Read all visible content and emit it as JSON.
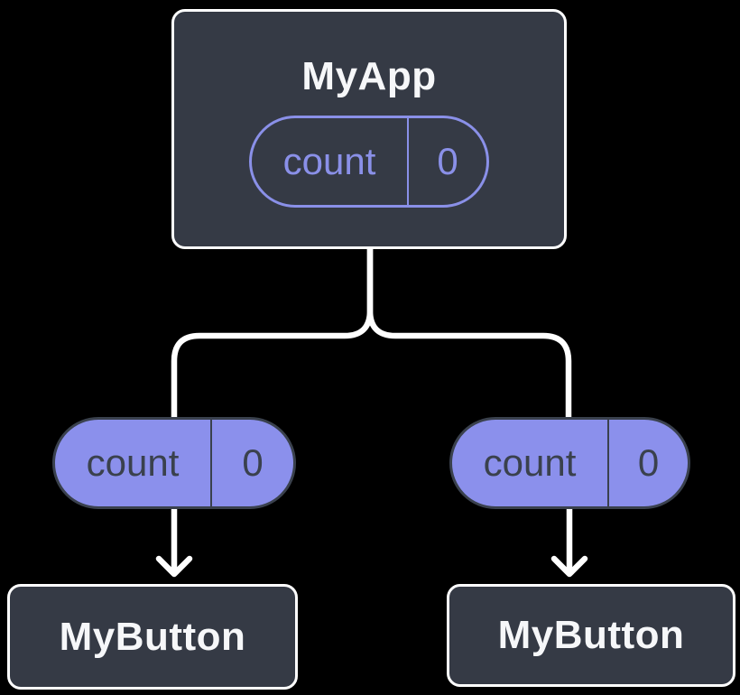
{
  "diagram": {
    "type": "component-tree",
    "background": "#000000",
    "colors": {
      "node_fill": "#353A45",
      "node_border": "#FFFFFF",
      "node_text": "#F6F7F9",
      "state_pill_outline": "#8A90E8",
      "prop_pill_fill": "#8B90EC",
      "prop_pill_text": "#3A414D",
      "connector": "#FFFFFF"
    },
    "root": {
      "label": "MyApp",
      "pill": {
        "key": "count",
        "value": "0"
      }
    },
    "children": [
      {
        "label": "MyButton",
        "pill": {
          "key": "count",
          "value": "0"
        }
      },
      {
        "label": "MyButton",
        "pill": {
          "key": "count",
          "value": "0"
        }
      }
    ]
  }
}
